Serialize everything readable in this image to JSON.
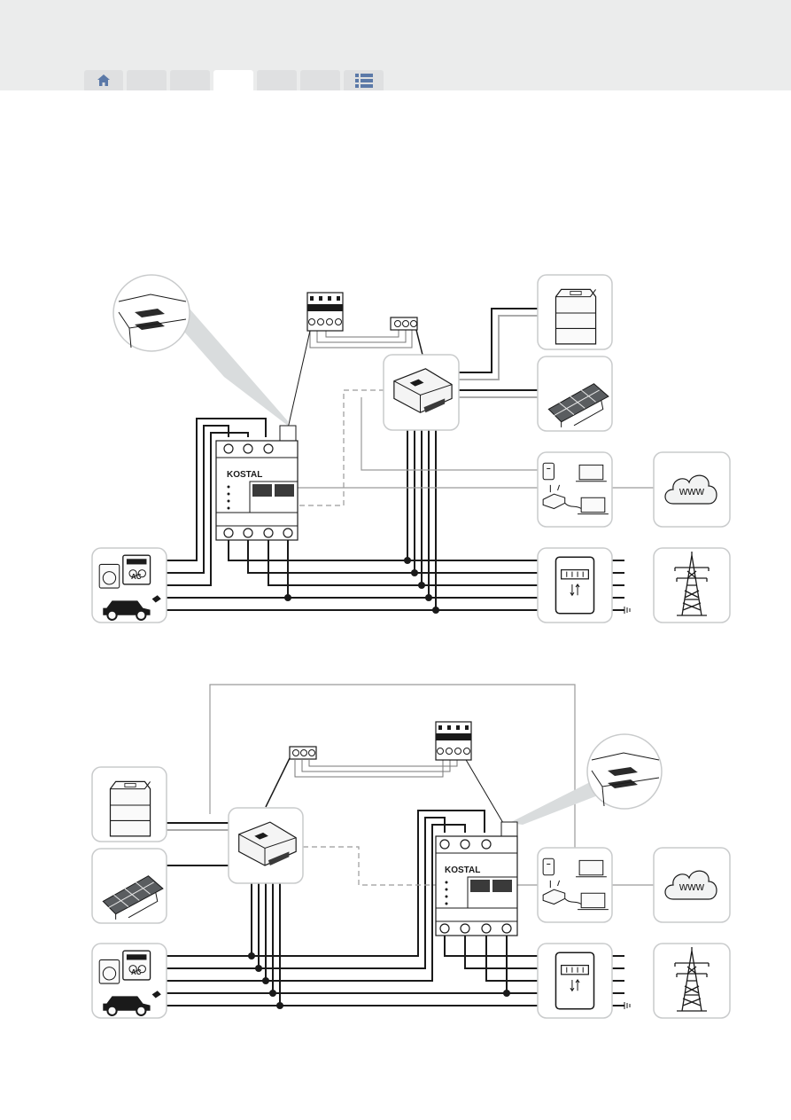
{
  "nav": {
    "tabs": [
      {
        "name": "home-icon",
        "active": false
      },
      {
        "name": "",
        "active": false
      },
      {
        "name": "",
        "active": false
      },
      {
        "name": "",
        "active": true
      },
      {
        "name": "",
        "active": false
      },
      {
        "name": "",
        "active": false
      },
      {
        "name": "toc-list-icon",
        "active": false
      }
    ]
  },
  "diagram_top": {
    "meter_brand": "KOSTAL",
    "ac_label": "AC",
    "internet_label": "www"
  },
  "diagram_bottom": {
    "meter_brand": "KOSTAL",
    "ac_label": "AC",
    "internet_label": "www"
  },
  "colors": {
    "topbar": "#ebecec",
    "tab": "#dfe0e1",
    "icon_blue": "#5b79a8",
    "box_border": "#c9cbcc",
    "wire": "#1a1a1a",
    "ethernet": "#9a9a9a",
    "callout": "#d9dcdd"
  }
}
